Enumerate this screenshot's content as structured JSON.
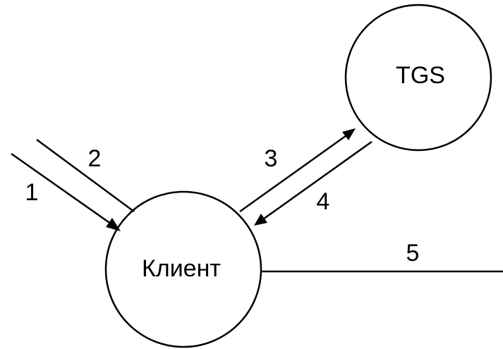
{
  "diagram": {
    "nodes": {
      "tgs": {
        "label": "TGS"
      },
      "client": {
        "label": "Клиент"
      }
    },
    "edges": {
      "e1": {
        "label": "1"
      },
      "e2": {
        "label": "2"
      },
      "e3": {
        "label": "3"
      },
      "e4": {
        "label": "4"
      },
      "e5": {
        "label": "5"
      }
    }
  },
  "colors": {
    "stroke": "#000000",
    "background": "#ffffff"
  }
}
